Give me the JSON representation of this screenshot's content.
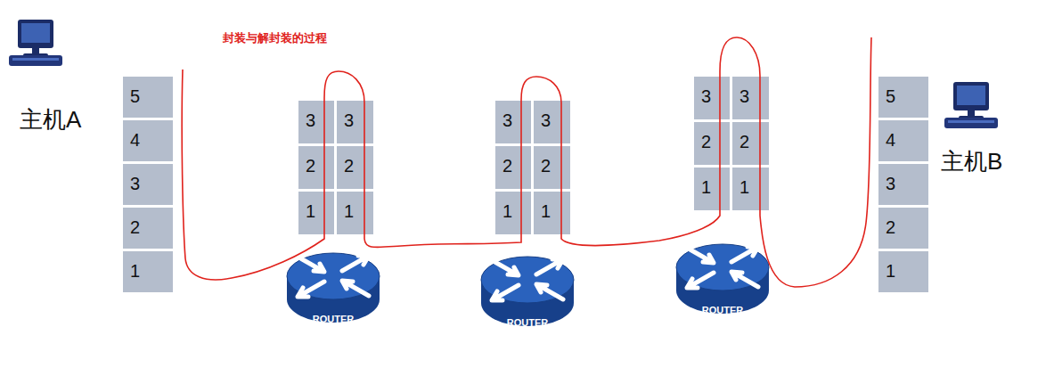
{
  "diagram": {
    "title": "封装与解封装的过程",
    "nodes": [
      {
        "text": [
          "5"
        ]
      },
      {
        "text": [
          "4"
        ]
      },
      {
        "text": [
          "3"
        ]
      },
      {
        "text": [
          "2"
        ]
      },
      {
        "text": [
          "1"
        ]
      },
      {
        "text": [
          "3"
        ]
      },
      {
        "text": [
          "3"
        ]
      },
      {
        "text": [
          "2"
        ]
      },
      {
        "text": [
          "2"
        ]
      },
      {
        "text": [
          "1"
        ]
      },
      {
        "text": [
          "1"
        ]
      },
      {
        "text": [
          "3"
        ]
      },
      {
        "text": [
          "3"
        ]
      },
      {
        "text": [
          "2"
        ]
      },
      {
        "text": [
          "2"
        ]
      },
      {
        "text": [
          "1"
        ]
      },
      {
        "text": [
          "1"
        ]
      },
      {
        "text": [
          "3"
        ]
      },
      {
        "text": [
          "3"
        ]
      },
      {
        "text": [
          "2"
        ]
      },
      {
        "text": [
          "2"
        ]
      },
      {
        "text": [
          "1"
        ]
      },
      {
        "text": [
          "1"
        ]
      },
      {
        "text": [
          "5"
        ]
      },
      {
        "text": [
          "4"
        ]
      },
      {
        "text": [
          "3"
        ]
      },
      {
        "text": [
          "2"
        ]
      },
      {
        "text": [
          "1"
        ]
      }
    ],
    "labels": [
      "主机A",
      "ROUTER",
      "ROUTER",
      "ROUTER",
      "主机B"
    ]
  }
}
